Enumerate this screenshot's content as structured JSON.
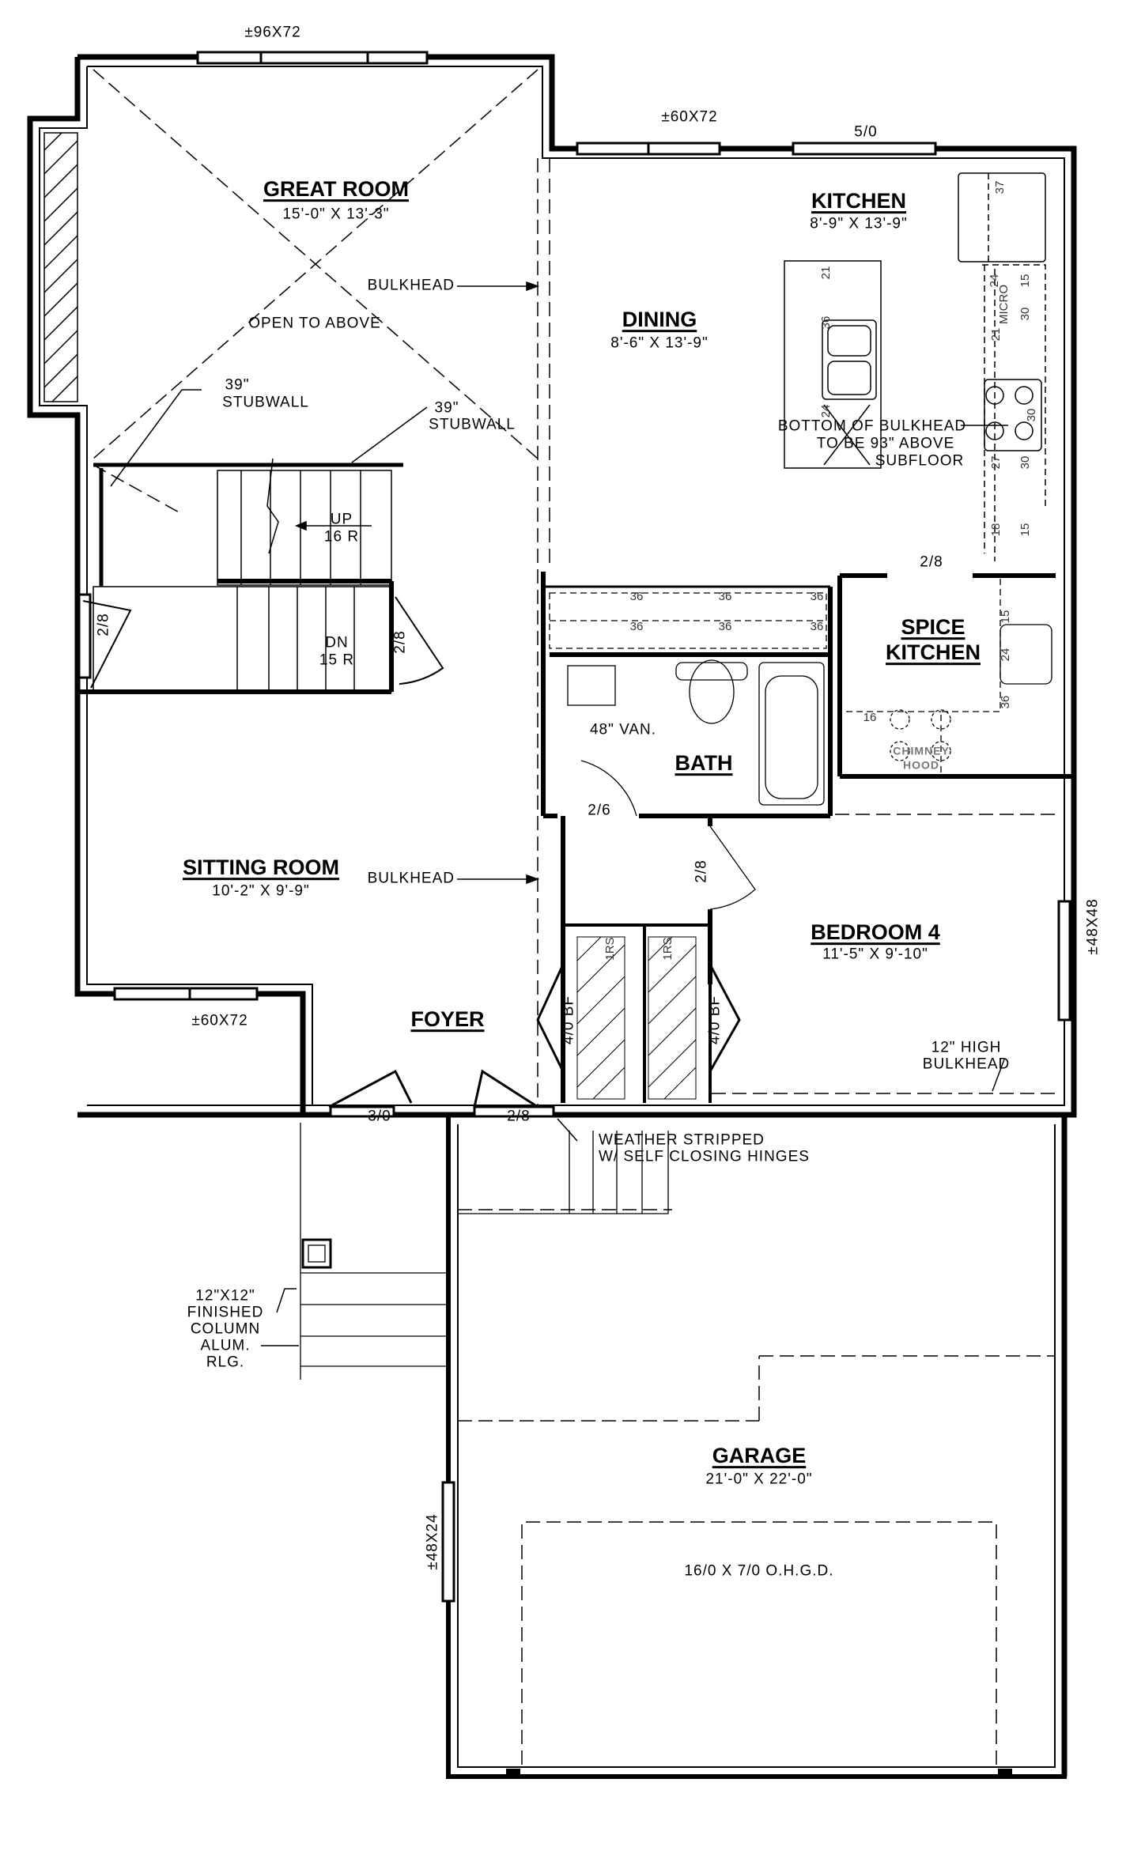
{
  "windows": {
    "great_room_top": "±96X72",
    "dining_top": "±60X72",
    "kitchen_top": "5/0",
    "sitting_room": "±60X72",
    "bedroom4": "±48X48",
    "garage_side": "±48X24"
  },
  "rooms": {
    "great_room": {
      "name": "GREAT ROOM",
      "size": "15'-0\" X 13'-3\""
    },
    "kitchen": {
      "name": "KITCHEN",
      "size": "8'-9\" X 13'-9\""
    },
    "dining": {
      "name": "DINING",
      "size": "8'-6\" X 13'-9\""
    },
    "spice_kitchen": {
      "line1": "SPICE",
      "line2": "KITCHEN"
    },
    "bath": {
      "name": "BATH"
    },
    "sitting_room": {
      "name": "SITTING ROOM",
      "size": "10'-2\" X 9'-9\""
    },
    "bedroom4": {
      "name": "BEDROOM 4",
      "size": "11'-5\" X 9'-10\""
    },
    "foyer": {
      "name": "FOYER"
    },
    "garage": {
      "name": "GARAGE",
      "size": "21'-0\" X 22'-0\""
    }
  },
  "notes": {
    "open_to_above": "OPEN TO ABOVE",
    "bulkhead_top": "BULKHEAD",
    "bulkhead_mid": "BULKHEAD",
    "stubwall_left": [
      "39\"",
      "STUBWALL"
    ],
    "stubwall_right": [
      "39\"",
      "STUBWALL"
    ],
    "stairs_up": [
      "UP",
      "16 R"
    ],
    "stairs_down": [
      "DN",
      "15 R"
    ],
    "bulkhead_kitchen": [
      "BOTTOM OF BULKHEAD",
      "TO BE 93\" ABOVE",
      "SUBFLOOR"
    ],
    "vanity": "48\" VAN.",
    "chimney_hood": [
      "CHIMNEY",
      "HOOD"
    ],
    "high_bulkhead": [
      "12\" HIGH",
      "BULKHEAD"
    ],
    "weather": [
      "WEATHER STRIPPED",
      "W/ SELF CLOSING HINGES"
    ],
    "column": [
      "12\"X12\"",
      "FINISHED",
      "COLUMN",
      "ALUM.",
      "RLG."
    ],
    "garage_door": "16/0 X 7/0 O.H.G.D.",
    "closet_left": "1RS",
    "closet_right": "1RS",
    "bifold_left": "4/0 BF",
    "bifold_right": "4/0 BF"
  },
  "doors": {
    "stair_left": "2/8",
    "stair_right": "2/8",
    "spice": "2/8",
    "bath": "2/6",
    "bedroom": "2/8",
    "front": "3/0",
    "garage_entry": "2/8"
  },
  "cabinet_dims": {
    "kitchen": [
      "37",
      "24",
      "MICRO",
      "15",
      "30",
      "21",
      "30",
      "27",
      "30",
      "18",
      "15"
    ],
    "island": [
      "21",
      "36",
      "24"
    ],
    "counter": [
      "36",
      "36",
      "36",
      "36",
      "36",
      "36"
    ],
    "spice": [
      "15",
      "24",
      "36",
      "16"
    ]
  }
}
